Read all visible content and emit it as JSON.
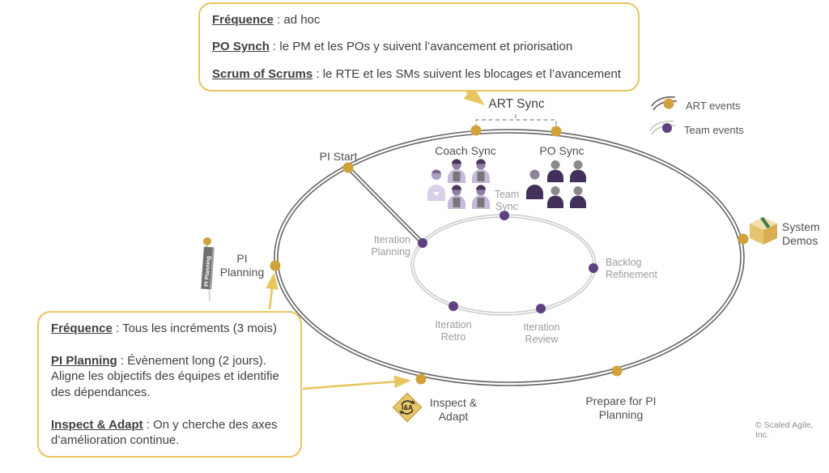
{
  "callout_top": {
    "items": [
      {
        "term": "Fréquence",
        "desc": " : ad hoc"
      },
      {
        "term": "PO Synch",
        "desc": " : le PM et les POs y suivent l’avancement et priorisation"
      },
      {
        "term": "Scrum of Scrums",
        "desc": " : le RTE et les SMs suivent les blocages et l’avancement"
      }
    ]
  },
  "callout_bottom": {
    "items": [
      {
        "term": "Fréquence",
        "desc": " : Tous les incréments (3 mois)"
      },
      {
        "term": "PI Planning",
        "desc": " : Évènement long (2 jours). Aligne les objectifs des équipes et identifie des dépendances."
      },
      {
        "term": "Inspect & Adapt",
        "desc": " : On y cherche des axes d’amélioration continue."
      }
    ]
  },
  "legend": {
    "art_label": "ART events",
    "team_label": "Team events"
  },
  "diagram": {
    "art_sync": "ART Sync",
    "coach_sync": "Coach Sync",
    "po_sync": "PO Sync",
    "team_sync": "Team Sync",
    "pi_start": "PI Start",
    "pi_planning": "PI Planning",
    "inspect_adapt": "Inspect & Adapt",
    "prepare_pi": "Prepare for PI Planning",
    "system_demos": "System Demos",
    "iteration_planning": "Iteration Planning",
    "backlog_refinement": "Backlog Refinement",
    "iteration_retro": "Iteration Retro",
    "iteration_review": "Iteration Review",
    "ia_badge": "I&A",
    "flag_label": "PI Planning"
  },
  "colors": {
    "art_gold": "#D0A23C",
    "team_purple": "#5D4180",
    "callout_border_gold": "#E7C561",
    "arrow_gold": "#E9C55F",
    "track_dark": "#656565",
    "track_light": "#CBCBCB",
    "label_gray": "#4F4F4F",
    "inner_label_gray": "#9C9C9C",
    "dark_people_purple": "#42305A",
    "light_people_purple": "#C7B9D9"
  },
  "footer": {
    "copyright": "© Scaled Agile, Inc."
  }
}
